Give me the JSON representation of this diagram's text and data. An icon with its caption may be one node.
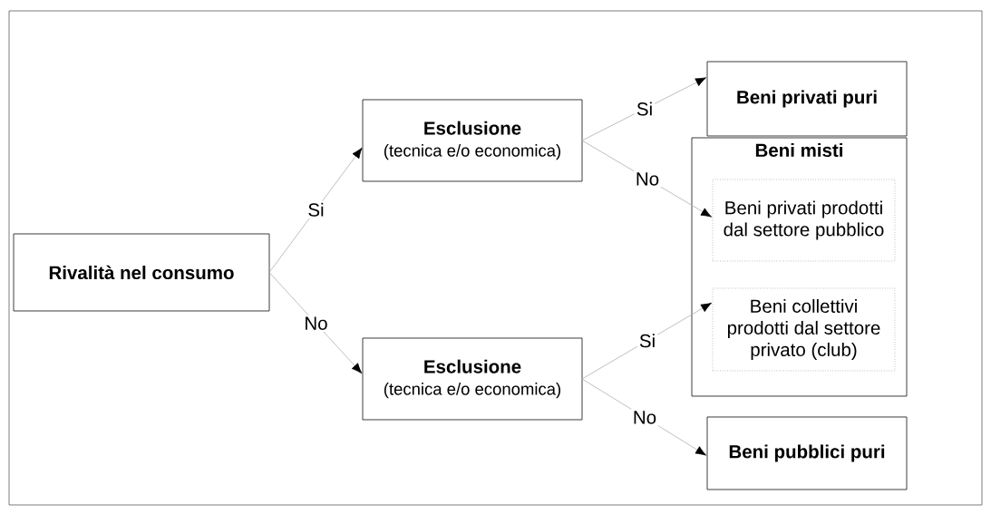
{
  "diagram": {
    "nodes": [
      {
        "text": [
          "Rivalità nel consumo"
        ]
      },
      {
        "text": [
          "Esclusione",
          "(tecnica e/o economica)"
        ]
      },
      {
        "text": [
          "Esclusione",
          "(tecnica e/o economica)"
        ]
      },
      {
        "text": [
          "Beni privati puri"
        ]
      },
      {
        "text": [
          "Beni misti"
        ]
      },
      {
        "text": [
          "Beni privati prodotti dal settore pubblico"
        ],
        "in": 4
      },
      {
        "text": [
          "Beni collettivi prodotti dal settore privato (club)"
        ],
        "in": 4
      },
      {
        "text": [
          "Beni pubblici puri"
        ]
      }
    ],
    "edges": [
      {
        "from": 0,
        "to": 1,
        "arrow": "to",
        "label": "Si"
      },
      {
        "from": 0,
        "to": 2,
        "arrow": "to",
        "label": "No"
      },
      {
        "from": 1,
        "to": 3,
        "arrow": "to",
        "label": "Si"
      },
      {
        "from": 1,
        "to": 5,
        "arrow": "to",
        "label": "No"
      },
      {
        "from": 2,
        "to": 6,
        "arrow": "to",
        "label": "Si"
      },
      {
        "from": 2,
        "to": 7,
        "arrow": "to",
        "label": "No"
      }
    ]
  }
}
